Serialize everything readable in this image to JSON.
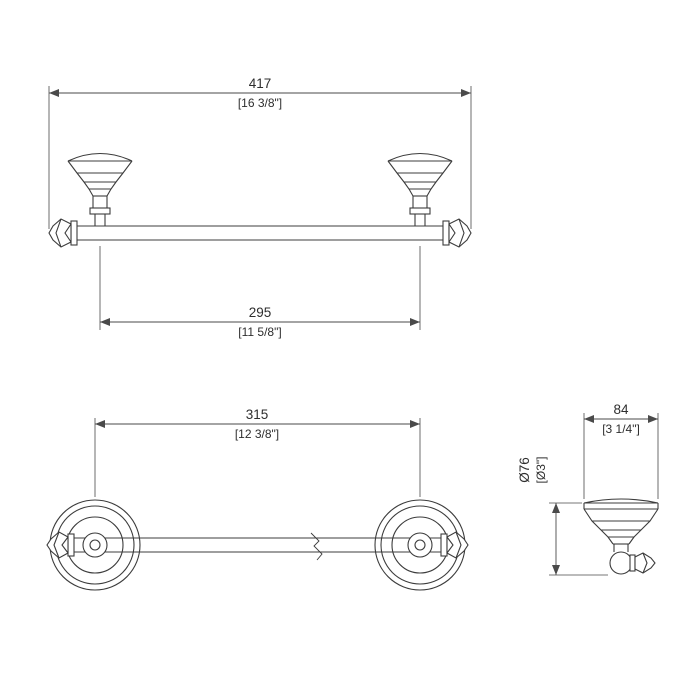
{
  "page": {
    "background": "#ffffff",
    "line_color": "#3c3c3c",
    "dim_line_color": "#4a4a4a",
    "text_color": "#2e2e2e"
  },
  "views": {
    "top_view": {
      "dim_overall": {
        "mm": "417",
        "inch": "[16 3/8\"]"
      },
      "dim_post_centers": {
        "mm": "295",
        "inch": "[11 5/8\"]"
      }
    },
    "front_view": {
      "dim_mount_centers": {
        "mm": "315",
        "inch": "[12 3/8\"]"
      }
    },
    "side_view": {
      "dim_projection": {
        "mm": "84",
        "inch": "[3 1/4\"]"
      },
      "dim_flange_diameter": {
        "mm": "Ø76",
        "inch": "[Ø3\"]"
      }
    }
  }
}
